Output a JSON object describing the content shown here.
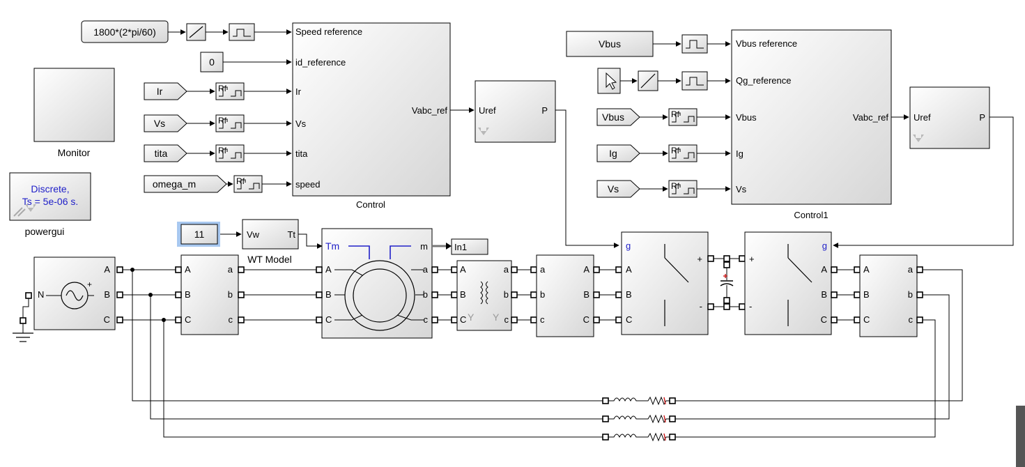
{
  "blocks": {
    "speed_const": "1800*(2*pi/60)",
    "zero_const": "0",
    "wind_const": "11",
    "vbus_const": "Vbus",
    "monitor": "Monitor",
    "powergui_label": "powergui",
    "powergui_line1": "Discrete,",
    "powergui_line2": "Ts = 5e-06 s.",
    "control": "Control",
    "control1": "Control1",
    "wt_model": "WT Model",
    "goto_in1": "In1"
  },
  "from_tags": {
    "ir": "Ir",
    "vs": "Vs",
    "tita": "tita",
    "omega_m": "omega_m",
    "vbus": "Vbus",
    "ig": "Ig",
    "vs2": "Vs"
  },
  "control_ports": {
    "speed_reference": "Speed reference",
    "id_reference": "id_reference",
    "ir": "Ir",
    "vs": "Vs",
    "tita": "tita",
    "speed": "speed",
    "vabc_ref": "Vabc_ref"
  },
  "control1_ports": {
    "vbus_reference": "Vbus reference",
    "qg_reference": "Qg_reference",
    "vbus": "Vbus",
    "ig": "Ig",
    "vs": "Vs",
    "vabc_ref": "Vabc_ref"
  },
  "pwm_ports": {
    "uref": "Uref",
    "p": "P"
  },
  "wt_ports": {
    "vw": "Vw",
    "tt": "Tt"
  },
  "machine_ports": {
    "tm": "Tm",
    "m": "m",
    "a": "A",
    "b": "B",
    "c": "C",
    "oa": "a",
    "ob": "b",
    "oc": "c"
  },
  "source_ports": {
    "n": "N",
    "a": "A",
    "b": "B",
    "c": "C",
    "plus": "+"
  },
  "meas_ports": {
    "a": "A",
    "b": "B",
    "c": "C",
    "oa": "a",
    "ob": "b",
    "oc": "c"
  },
  "transformer_ports": {
    "y1": "Y",
    "y2": "Y"
  },
  "converter_ports": {
    "g": "g",
    "a": "A",
    "b": "B",
    "c": "C",
    "plus": "+",
    "minus": "-"
  },
  "colors": {
    "accent_blue": "#2020c8",
    "highlight_blue": "#a8c8f0",
    "block_gradient_end": "#d6d6d6"
  }
}
